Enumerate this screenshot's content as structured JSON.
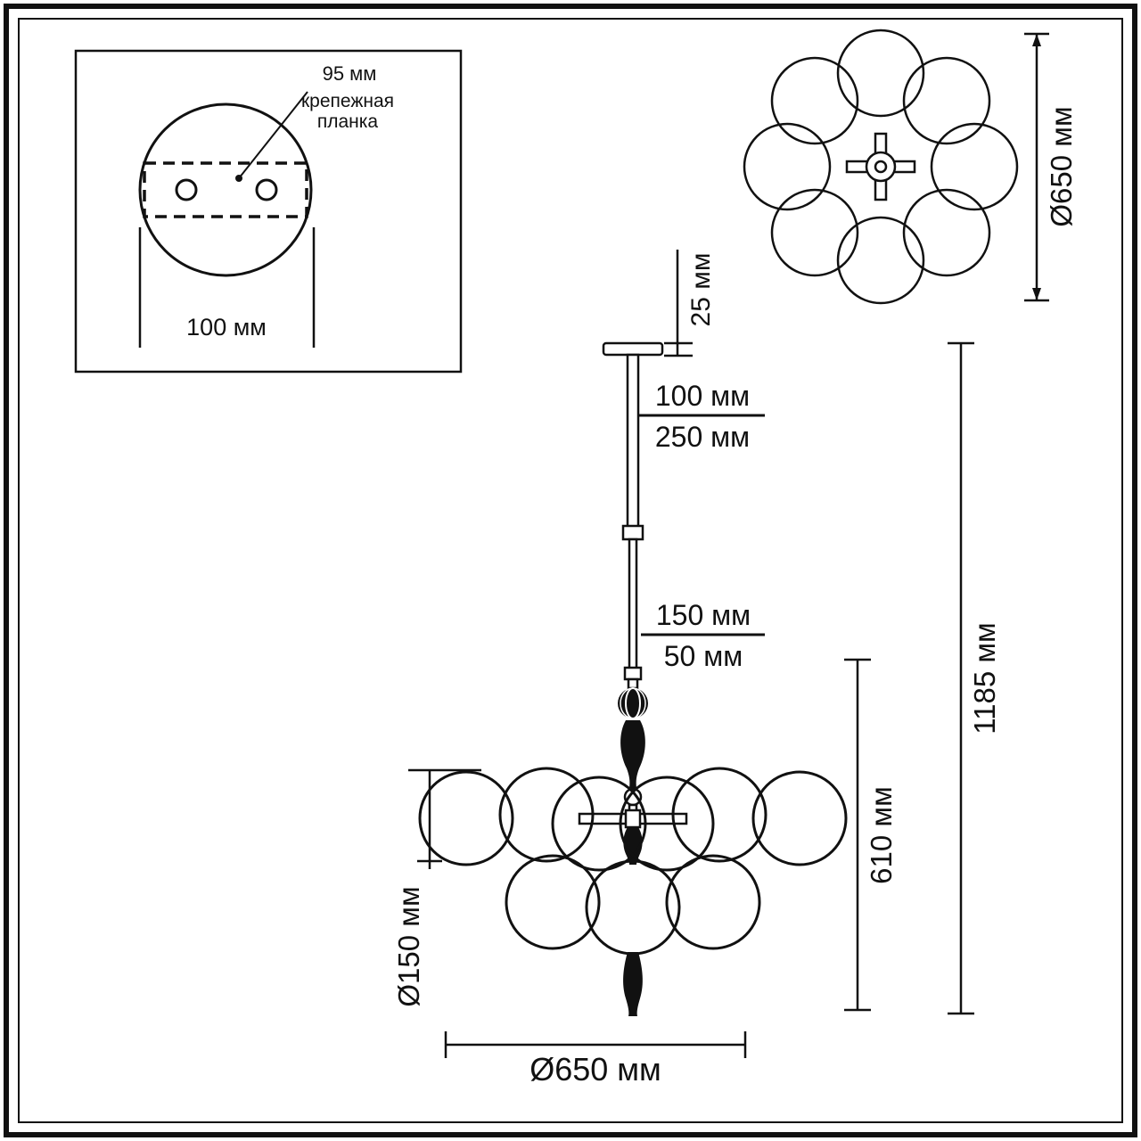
{
  "inset": {
    "hole_spacing": "95 мм",
    "plate_label_line1": "крепежная",
    "plate_label_line2": "планка",
    "plate_width": "100 мм"
  },
  "top_view": {
    "diameter": "Ø650 мм"
  },
  "side_view": {
    "canopy_height": "25 мм",
    "rod_min": "100 мм",
    "rod_max": "250 мм",
    "stem_max": "150 мм",
    "stem_min": "50 мм",
    "body_height": "610 мм",
    "total_height": "1185 мм",
    "globe_diameter": "Ø150 мм",
    "fixture_diameter": "Ø650 мм"
  }
}
